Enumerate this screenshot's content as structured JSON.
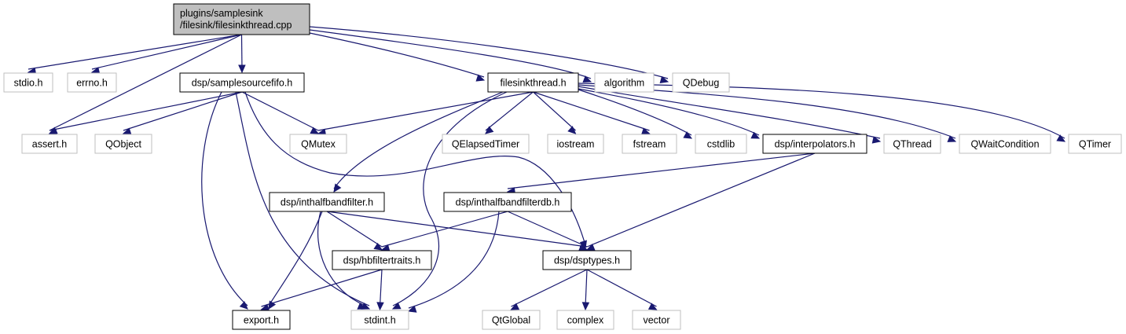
{
  "diagram": {
    "root": {
      "id": "root",
      "lines": [
        "plugins/samplesink",
        "/filesink/filesinkthread.cpp"
      ]
    },
    "nodes": [
      {
        "id": "stdio",
        "label": "stdio.h",
        "kind": "external"
      },
      {
        "id": "errno",
        "label": "errno.h",
        "kind": "external"
      },
      {
        "id": "ssfifo",
        "label": "dsp/samplesourcefifo.h",
        "kind": "documented"
      },
      {
        "id": "fst",
        "label": "filesinkthread.h",
        "kind": "documented"
      },
      {
        "id": "algorithm",
        "label": "algorithm",
        "kind": "external"
      },
      {
        "id": "qdebug",
        "label": "QDebug",
        "kind": "external"
      },
      {
        "id": "assert",
        "label": "assert.h",
        "kind": "external"
      },
      {
        "id": "qobject",
        "label": "QObject",
        "kind": "external"
      },
      {
        "id": "qmutex",
        "label": "QMutex",
        "kind": "external"
      },
      {
        "id": "qelapsed",
        "label": "QElapsedTimer",
        "kind": "external"
      },
      {
        "id": "iostream",
        "label": "iostream",
        "kind": "external"
      },
      {
        "id": "fstream",
        "label": "fstream",
        "kind": "external"
      },
      {
        "id": "cstdlib",
        "label": "cstdlib",
        "kind": "external"
      },
      {
        "id": "interp",
        "label": "dsp/interpolators.h",
        "kind": "documented"
      },
      {
        "id": "qthread",
        "label": "QThread",
        "kind": "external"
      },
      {
        "id": "qwait",
        "label": "QWaitCondition",
        "kind": "external"
      },
      {
        "id": "qtimer",
        "label": "QTimer",
        "kind": "external"
      },
      {
        "id": "ihbf",
        "label": "dsp/inthalfbandfilter.h",
        "kind": "documented"
      },
      {
        "id": "ihbfdb",
        "label": "dsp/inthalfbandfilterdb.h",
        "kind": "documented"
      },
      {
        "id": "hbft",
        "label": "dsp/hbfiltertraits.h",
        "kind": "documented"
      },
      {
        "id": "dsptypes",
        "label": "dsp/dsptypes.h",
        "kind": "documented"
      },
      {
        "id": "export",
        "label": "export.h",
        "kind": "documented"
      },
      {
        "id": "stdint",
        "label": "stdint.h",
        "kind": "external"
      },
      {
        "id": "qtglobal",
        "label": "QtGlobal",
        "kind": "external"
      },
      {
        "id": "complex",
        "label": "complex",
        "kind": "external"
      },
      {
        "id": "vector",
        "label": "vector",
        "kind": "external"
      }
    ],
    "edges": [
      [
        "root",
        "stdio"
      ],
      [
        "root",
        "errno"
      ],
      [
        "root",
        "assert"
      ],
      [
        "root",
        "ssfifo"
      ],
      [
        "root",
        "fst"
      ],
      [
        "root",
        "algorithm"
      ],
      [
        "root",
        "qdebug"
      ],
      [
        "ssfifo",
        "assert"
      ],
      [
        "ssfifo",
        "qobject"
      ],
      [
        "ssfifo",
        "qmutex"
      ],
      [
        "ssfifo",
        "dsptypes"
      ],
      [
        "ssfifo",
        "export"
      ],
      [
        "ssfifo",
        "stdint"
      ],
      [
        "fst",
        "qmutex"
      ],
      [
        "fst",
        "qelapsed"
      ],
      [
        "fst",
        "iostream"
      ],
      [
        "fst",
        "fstream"
      ],
      [
        "fst",
        "cstdlib"
      ],
      [
        "fst",
        "interp"
      ],
      [
        "fst",
        "qthread"
      ],
      [
        "fst",
        "qwait"
      ],
      [
        "fst",
        "qtimer"
      ],
      [
        "fst",
        "ihbf"
      ],
      [
        "fst",
        "stdint"
      ],
      [
        "interp",
        "ihbfdb"
      ],
      [
        "interp",
        "dsptypes"
      ],
      [
        "ihbf",
        "hbft"
      ],
      [
        "ihbf",
        "dsptypes"
      ],
      [
        "ihbf",
        "export"
      ],
      [
        "ihbf",
        "stdint"
      ],
      [
        "ihbfdb",
        "hbft"
      ],
      [
        "ihbfdb",
        "dsptypes"
      ],
      [
        "ihbfdb",
        "stdint"
      ],
      [
        "hbft",
        "export"
      ],
      [
        "hbft",
        "stdint"
      ],
      [
        "dsptypes",
        "qtglobal"
      ],
      [
        "dsptypes",
        "complex"
      ],
      [
        "dsptypes",
        "vector"
      ]
    ]
  }
}
